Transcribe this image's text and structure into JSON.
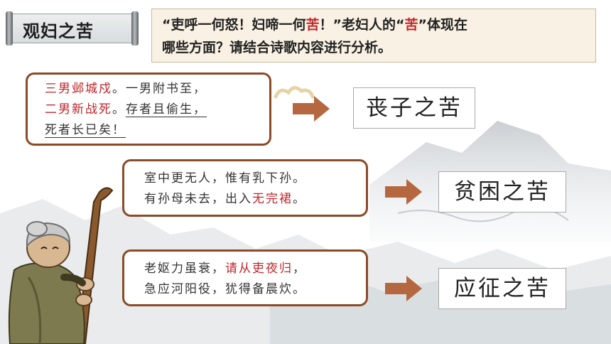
{
  "title": "观妇之苦",
  "question": {
    "part1": "“吏呼一何怒！妇啼一何",
    "red1": "苦",
    "part2": "！”老妇人的“",
    "red2": "苦",
    "part3": "”体现在",
    "line2": "哪些方面？请结合诗歌内容进行分析。"
  },
  "poems": [
    {
      "line1_red": "三男邺城戍",
      "line1_rest": "。一男附书至，",
      "line2_red": "二男新战死",
      "line2_mid": "。",
      "line2_ul": "存者且偷生，",
      "line3_ul": "死者长已矣！"
    },
    {
      "line1": "室中更无人，惟有乳下孙。",
      "line2_pre": "有孙母未去，出入",
      "line2_red": "无完裙",
      "line2_post": "。"
    },
    {
      "line1_pre": "老妪力虽衰，",
      "line1_red": "请从吏夜归",
      "line1_post": "，",
      "line2": "急应河阳役，犹得备晨炊。"
    }
  ],
  "answers": [
    "丧子之苦",
    "贫困之苦",
    "应征之苦"
  ],
  "colors": {
    "accent_red": "#c0262b",
    "box_border": "#8c4a26",
    "arrow": "#b5683f",
    "question_bg": "#f9f1e3"
  }
}
